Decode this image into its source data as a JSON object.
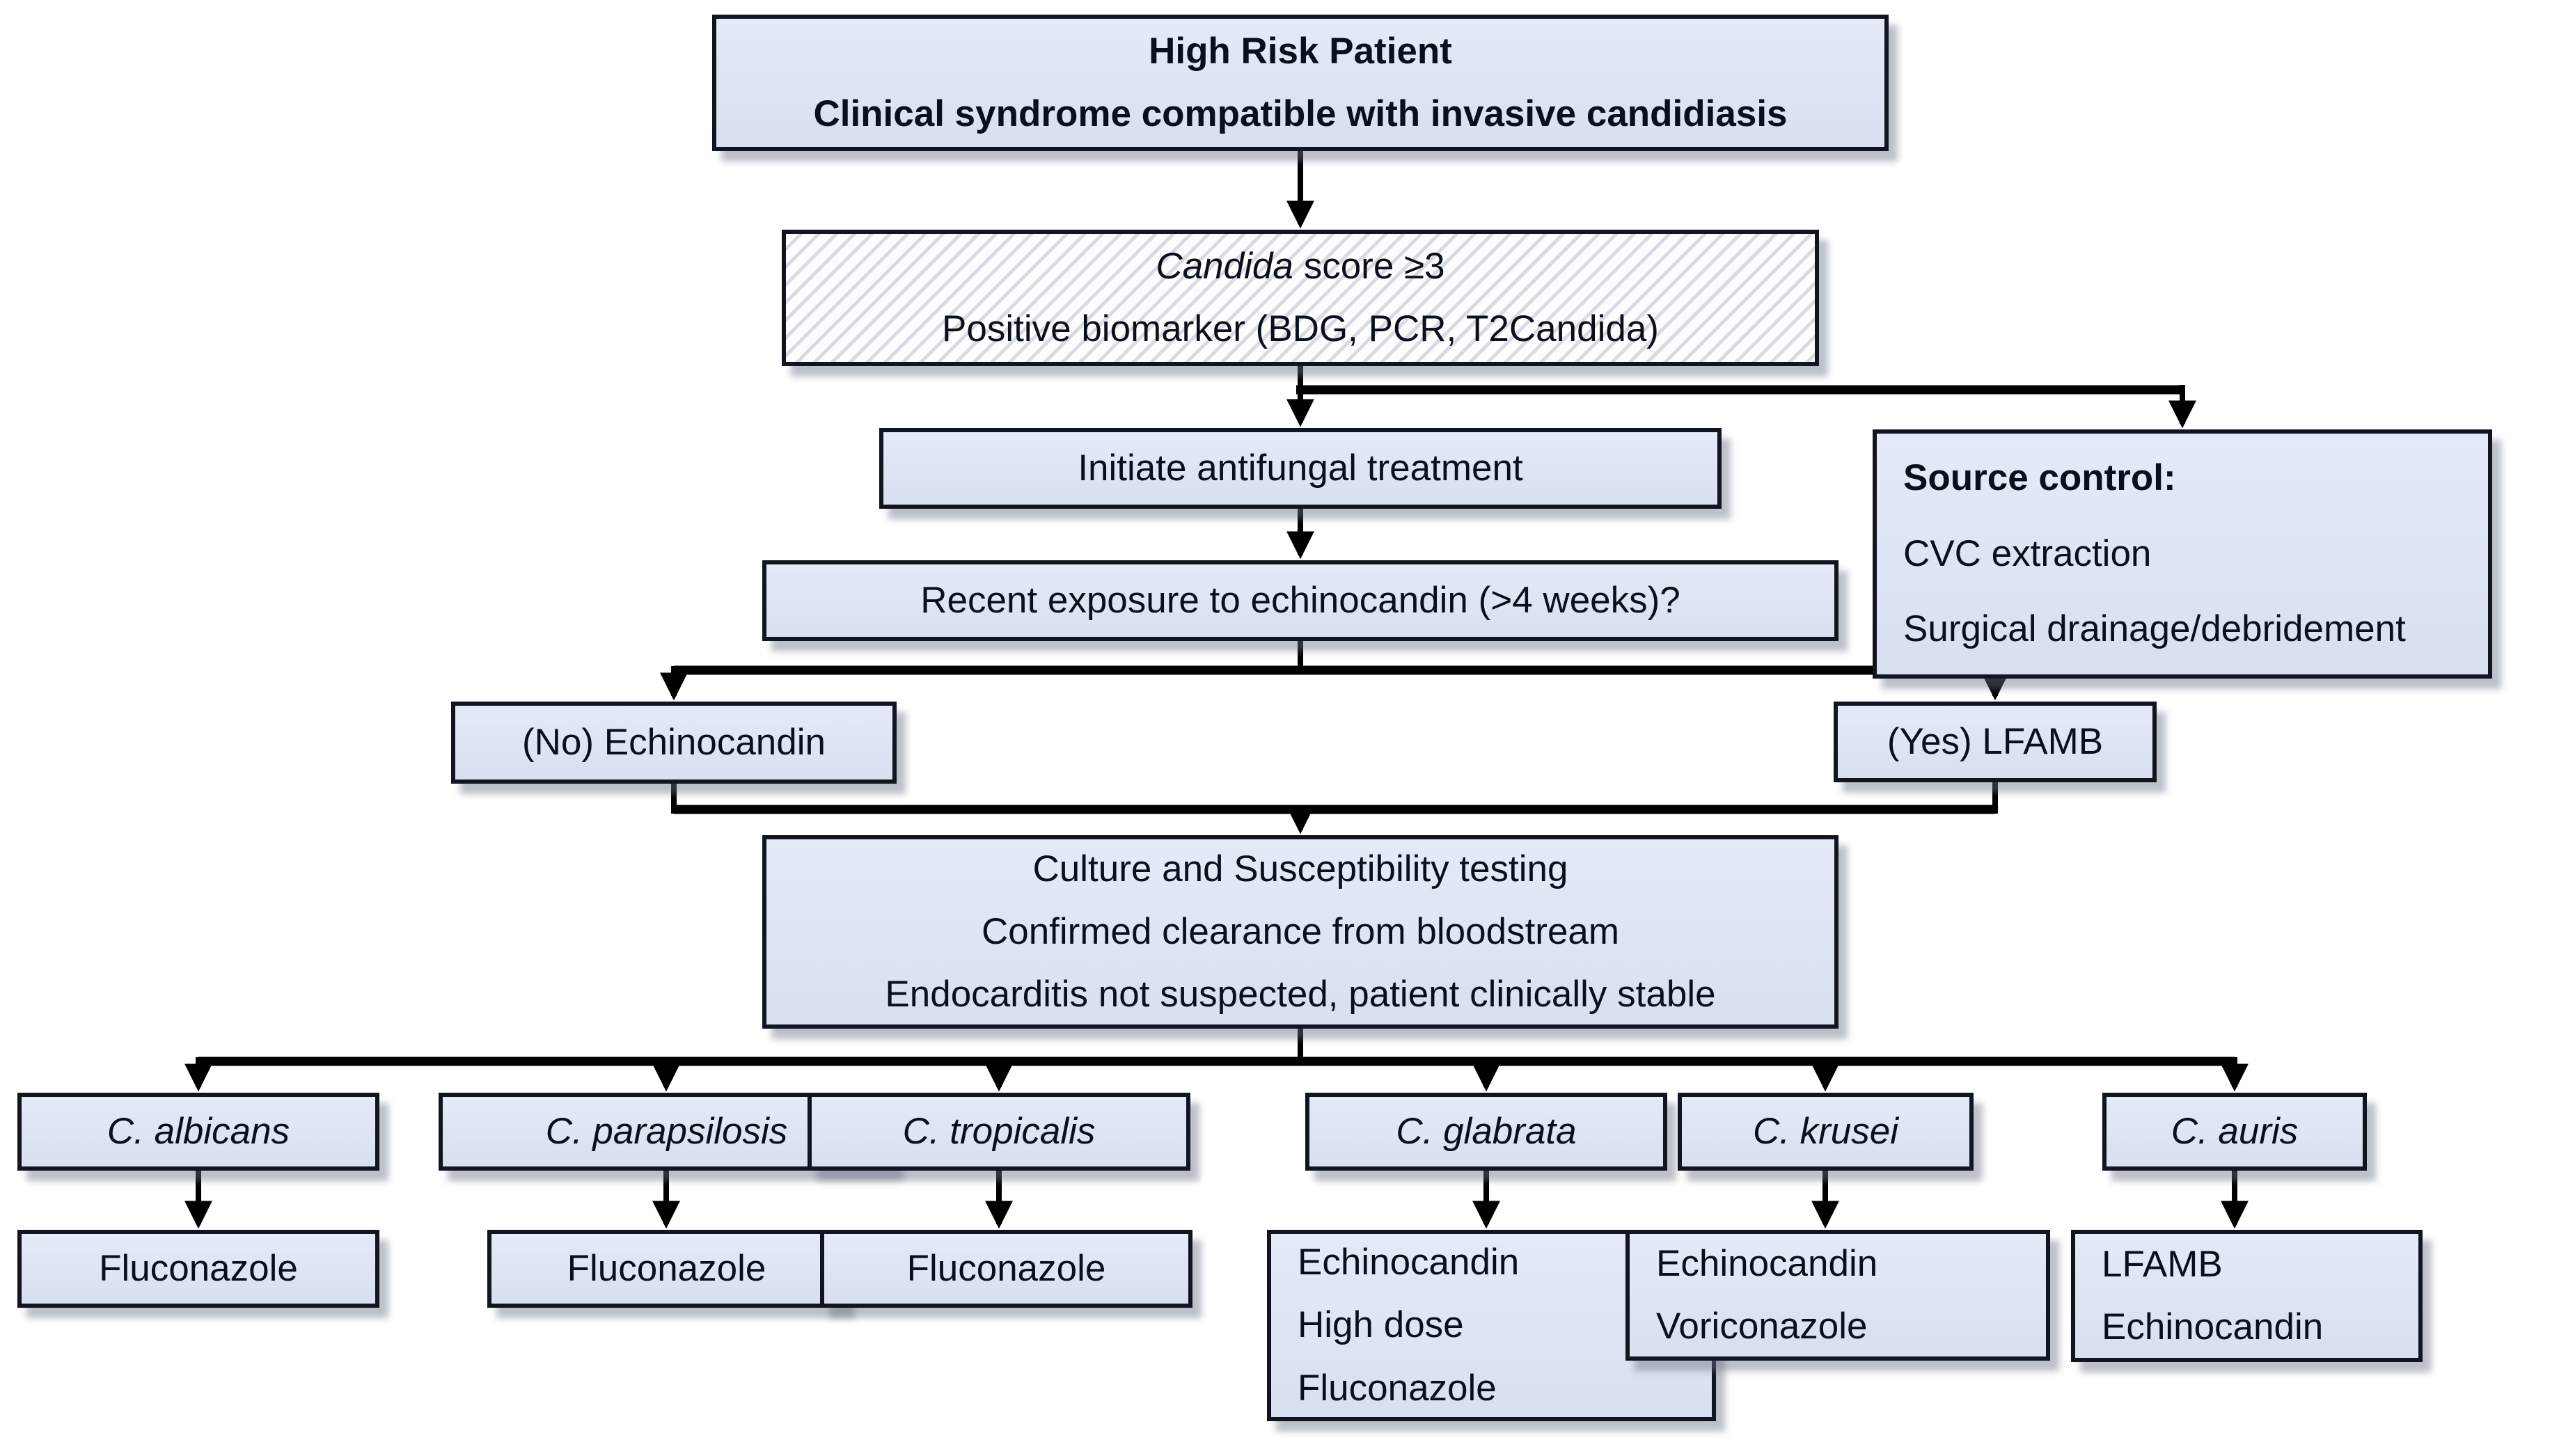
{
  "colors": {
    "box_fill_top": "#e4eaf6",
    "box_fill_bottom": "#d8dff0",
    "box_border": "#10151f",
    "text": "#0a0f1c",
    "hatch_bg": "#fdfdfe",
    "hatch_stripe": "#d9dbe2",
    "connector": "#000000",
    "shadow": "rgba(106,115,136,0.45)"
  },
  "nodes": {
    "high_risk": {
      "line1": "High Risk Patient",
      "line2": "Clinical syndrome compatible with invasive candidiasis"
    },
    "criteria": {
      "italic_term": "Candida",
      "line1_rest": "score ≥3",
      "line2": "Positive biomarker (BDG, PCR, T2Candida)"
    },
    "initiate": {
      "label": "Initiate antifungal treatment"
    },
    "source_control": {
      "title": "Source control:",
      "item1": "CVC extraction",
      "item2": "Surgical drainage/debridement"
    },
    "recent_exposure": {
      "label": "Recent exposure to echinocandin (>4 weeks)?"
    },
    "branch_no": {
      "label": "(No) Echinocandin"
    },
    "branch_yes": {
      "label": "(Yes) LFAMB"
    },
    "culture": {
      "line1": "Culture and Susceptibility testing",
      "line2": "Confirmed clearance from bloodstream",
      "line3": "Endocarditis not suspected, patient clinically stable"
    }
  },
  "species": [
    {
      "name": "C. albicans",
      "treatments": [
        "Fluconazole"
      ]
    },
    {
      "name": "C. parapsilosis",
      "treatments": [
        "Fluconazole"
      ]
    },
    {
      "name": "C. tropicalis",
      "treatments": [
        "Fluconazole"
      ]
    },
    {
      "name": "C. glabrata",
      "treatments": [
        "Echinocandin",
        "High dose",
        "Fluconazole"
      ]
    },
    {
      "name": "C. krusei",
      "treatments": [
        "Echinocandin",
        "Voriconazole"
      ]
    },
    {
      "name": "C. auris",
      "treatments": [
        "LFAMB",
        "Echinocandin"
      ]
    }
  ]
}
